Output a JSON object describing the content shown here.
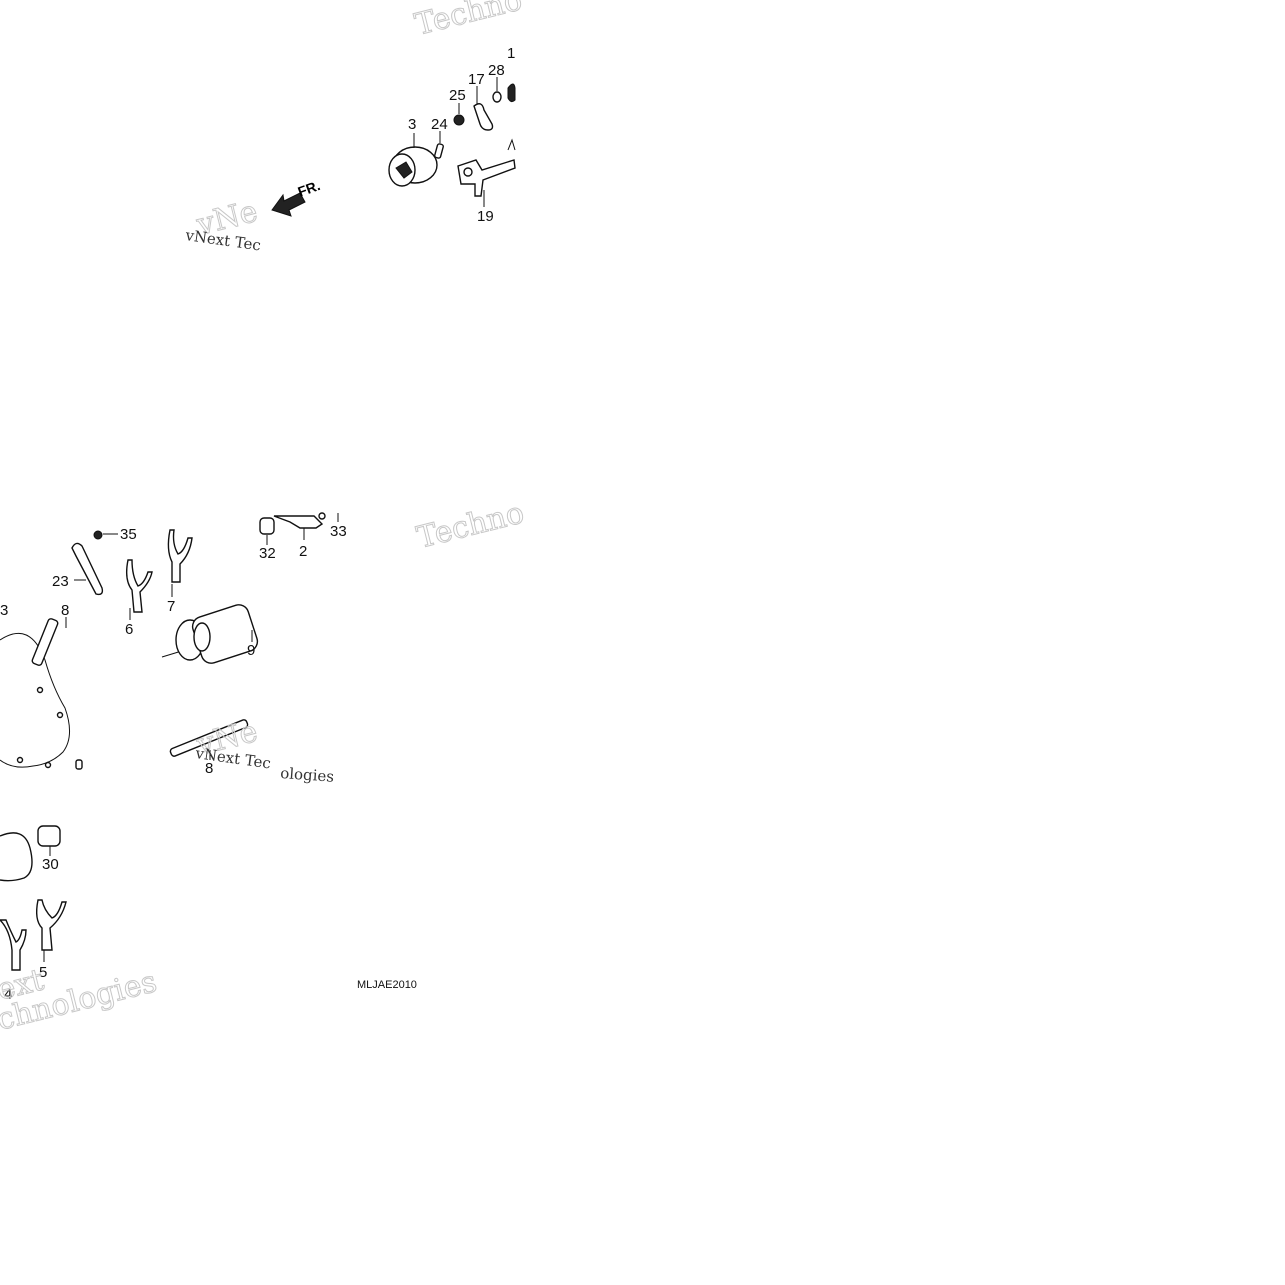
{
  "diagram": {
    "code": "MLJAE2010",
    "direction_label": "FR.",
    "watermarks": [
      "Techno",
      "vNext Tec",
      "vNe",
      "Techno",
      "vNext Tec",
      "vNe",
      "ologies",
      "ext",
      "chnologies"
    ],
    "callouts": {
      "c3": "3",
      "c24": "24",
      "c25": "25",
      "c17": "17",
      "c28": "28",
      "c1": "1",
      "c19": "19",
      "c35": "35",
      "c23": "23",
      "c8a": "8",
      "c3b": "3",
      "c6": "6",
      "c7": "7",
      "c9": "9",
      "c8b": "8",
      "c32": "32",
      "c2": "2",
      "c33": "33",
      "c30": "30",
      "c5": "5",
      "c4": "4"
    }
  },
  "colors": {
    "ink": "#111111",
    "watermark": "#c8c8c8",
    "background": "#ffffff"
  }
}
